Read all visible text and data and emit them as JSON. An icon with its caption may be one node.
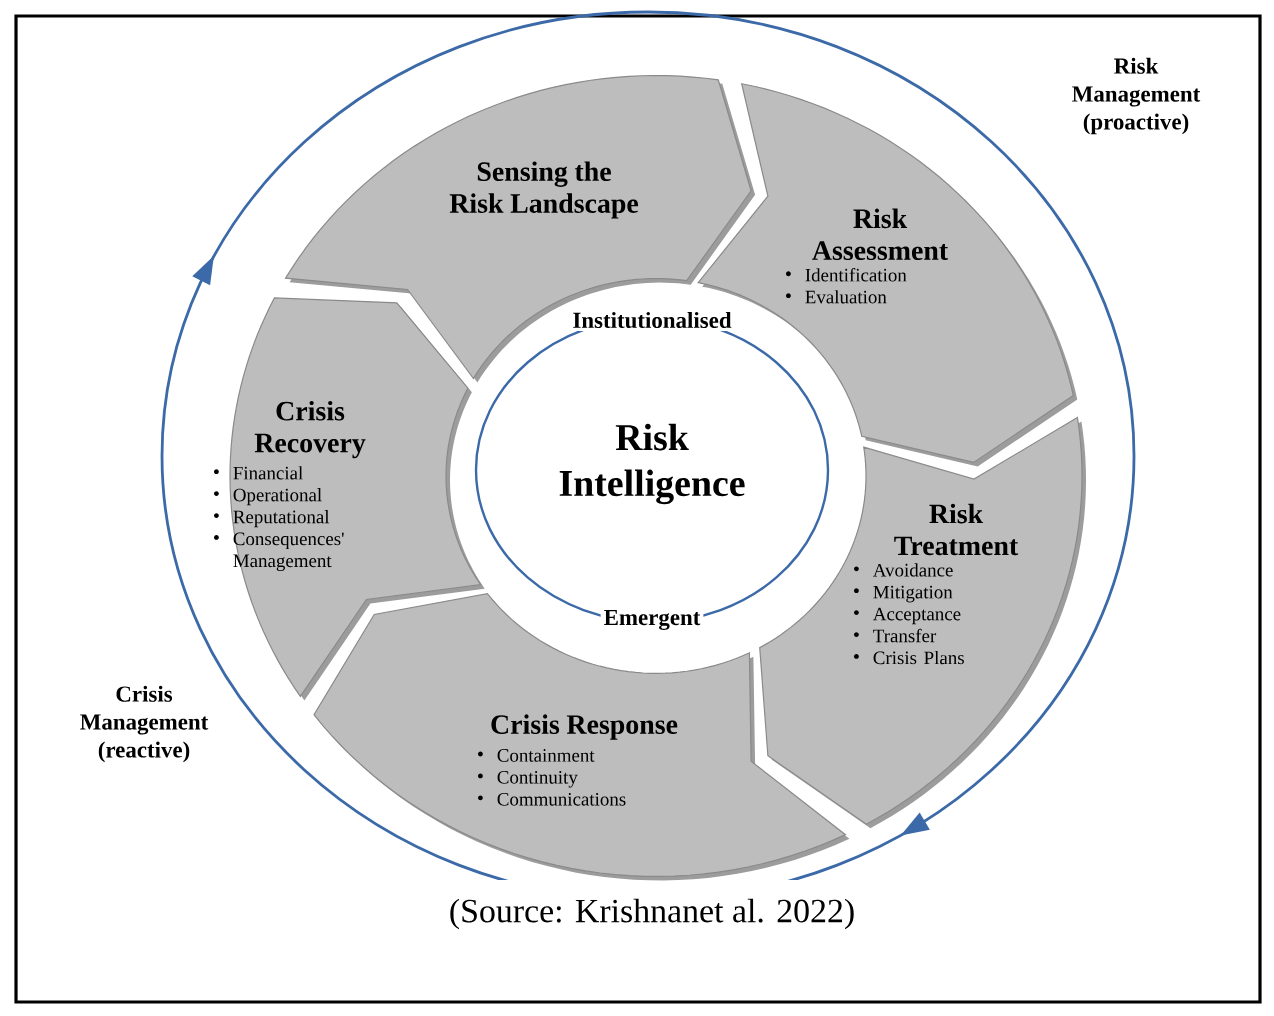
{
  "diagram": {
    "caption": "(Source: Krishnanet al. 2022)",
    "nodes": [
      {
        "text": [
          "Sensing the Risk Landscape"
        ]
      },
      {
        "text": [
          "Risk Assessment",
          "Identification",
          "Evaluation"
        ]
      },
      {
        "text": [
          "Crisis Recovery",
          "Financial",
          "Operational",
          "Reputational",
          "Consequences' Management"
        ]
      },
      {
        "text": [
          "Risk Intelligence"
        ]
      },
      {
        "text": [
          "Risk Treatment",
          "Avoidance",
          "Mitigation",
          "Acceptance",
          "Transfer",
          "Crisis Plans"
        ]
      },
      {
        "text": [
          "Crisis Response",
          "Containment",
          "Continuity",
          "Communications"
        ]
      }
    ],
    "labels": [
      "Risk Management (proactive)",
      "Institutionalised",
      "Emergent",
      "Crisis Management (reactive)"
    ]
  }
}
